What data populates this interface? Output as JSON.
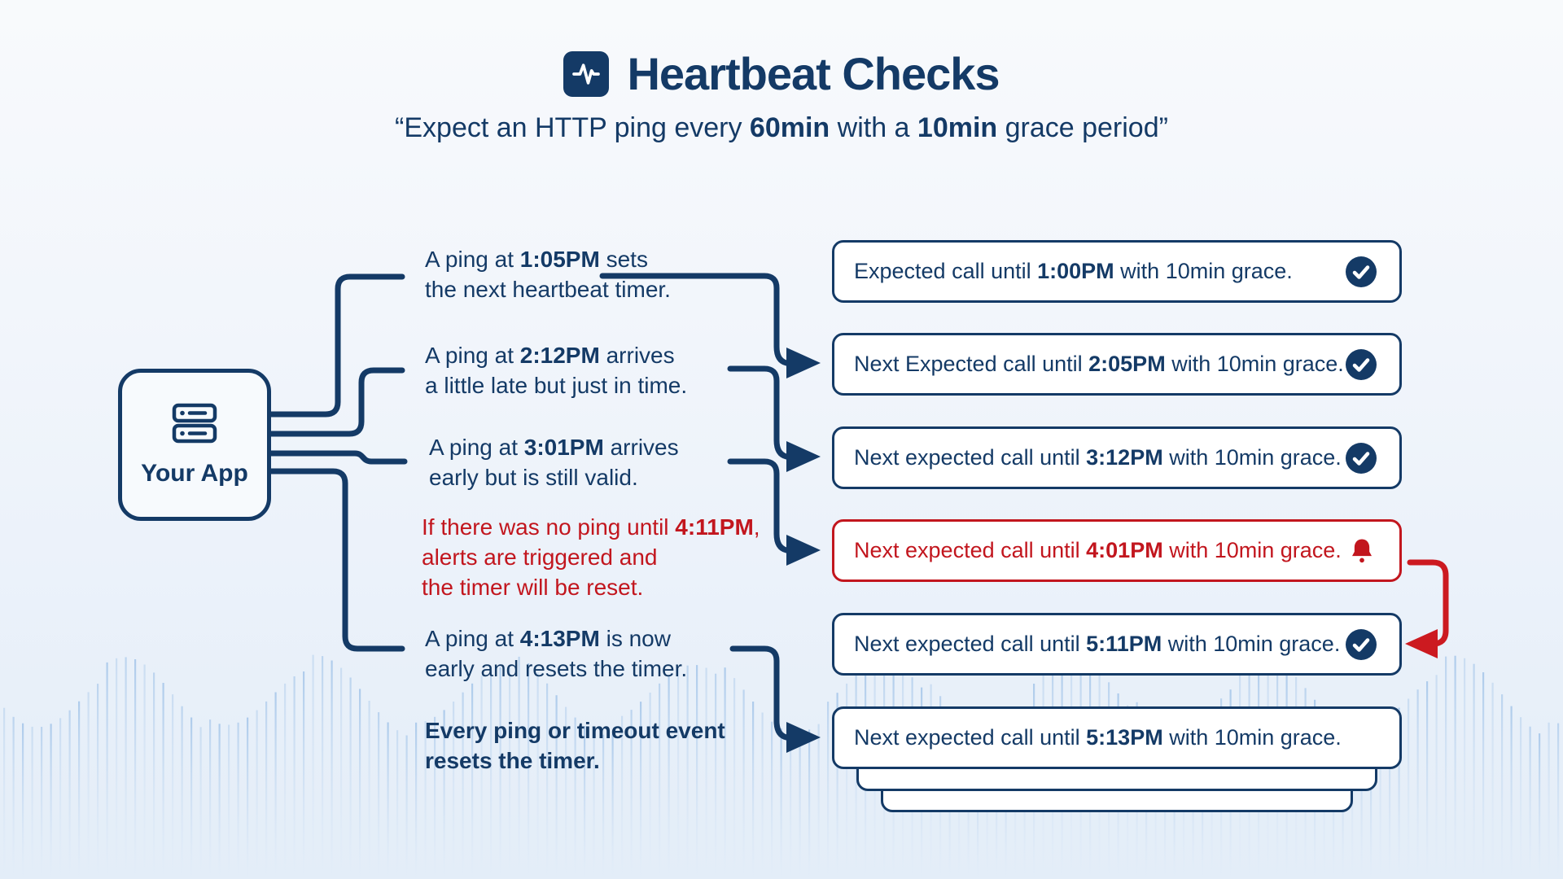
{
  "header": {
    "title": "Heartbeat Checks",
    "subtitle": {
      "pre": "“Expect an HTTP ping every ",
      "bold1": "60min",
      "mid": " with a ",
      "bold2": "10min",
      "post": " grace period”"
    }
  },
  "app": {
    "label": "Your App"
  },
  "events": [
    {
      "lines": [
        {
          "pre": "A ping at ",
          "bold": "1:05PM",
          "post": " sets"
        },
        {
          "pre": "the next heartbeat timer.",
          "bold": "",
          "post": ""
        }
      ]
    },
    {
      "lines": [
        {
          "pre": "A ping at ",
          "bold": "2:12PM",
          "post": " arrives"
        },
        {
          "pre": "a little late but just in time.",
          "bold": "",
          "post": ""
        }
      ]
    },
    {
      "lines": [
        {
          "pre": "A ping at ",
          "bold": "3:01PM",
          "post": " arrives"
        },
        {
          "pre": "early but is still valid.",
          "bold": "",
          "post": ""
        }
      ]
    },
    {
      "lines": [
        {
          "pre": "If there was no ping until ",
          "bold": "4:11PM",
          "post": ","
        },
        {
          "pre": "alerts are triggered and",
          "bold": "",
          "post": ""
        },
        {
          "pre": "the timer will be reset.",
          "bold": "",
          "post": ""
        }
      ]
    },
    {
      "lines": [
        {
          "pre": "A ping at ",
          "bold": "4:13PM",
          "post": " is now"
        },
        {
          "pre": "early and resets the timer.",
          "bold": "",
          "post": ""
        }
      ]
    },
    {
      "lines": [
        {
          "pre": "",
          "bold": "Every ping or timeout event",
          "post": ""
        },
        {
          "pre": "",
          "bold": "resets the timer.",
          "post": ""
        }
      ]
    }
  ],
  "checks": [
    {
      "pre": "Expected call until ",
      "bold": "1:00PM",
      "post": " with 10min grace.",
      "icon": "check"
    },
    {
      "pre": "Next Expected call until ",
      "bold": "2:05PM",
      "post": " with 10min grace.",
      "icon": "check"
    },
    {
      "pre": "Next expected call until ",
      "bold": "3:12PM",
      "post": " with 10min grace.",
      "icon": "check"
    },
    {
      "pre": "Next expected call until ",
      "bold": "4:01PM",
      "post": " with 10min grace.",
      "icon": "bell"
    },
    {
      "pre": "Next expected call until ",
      "bold": "5:11PM",
      "post": " with 10min grace.",
      "icon": "check"
    },
    {
      "pre": "Next expected call until ",
      "bold": "5:13PM",
      "post": " with 10min grace.",
      "icon": "none"
    }
  ],
  "colors": {
    "navy": "#143a66",
    "alert_red": "#c2161e",
    "arrow_red": "#cc1a20",
    "box_bg": "#ffffff",
    "app_box_bg": "#f7fafd",
    "bg_top": "#f8fafc",
    "bg_bottom": "#e3edf8",
    "tick_blue": "#a9c8ea"
  }
}
